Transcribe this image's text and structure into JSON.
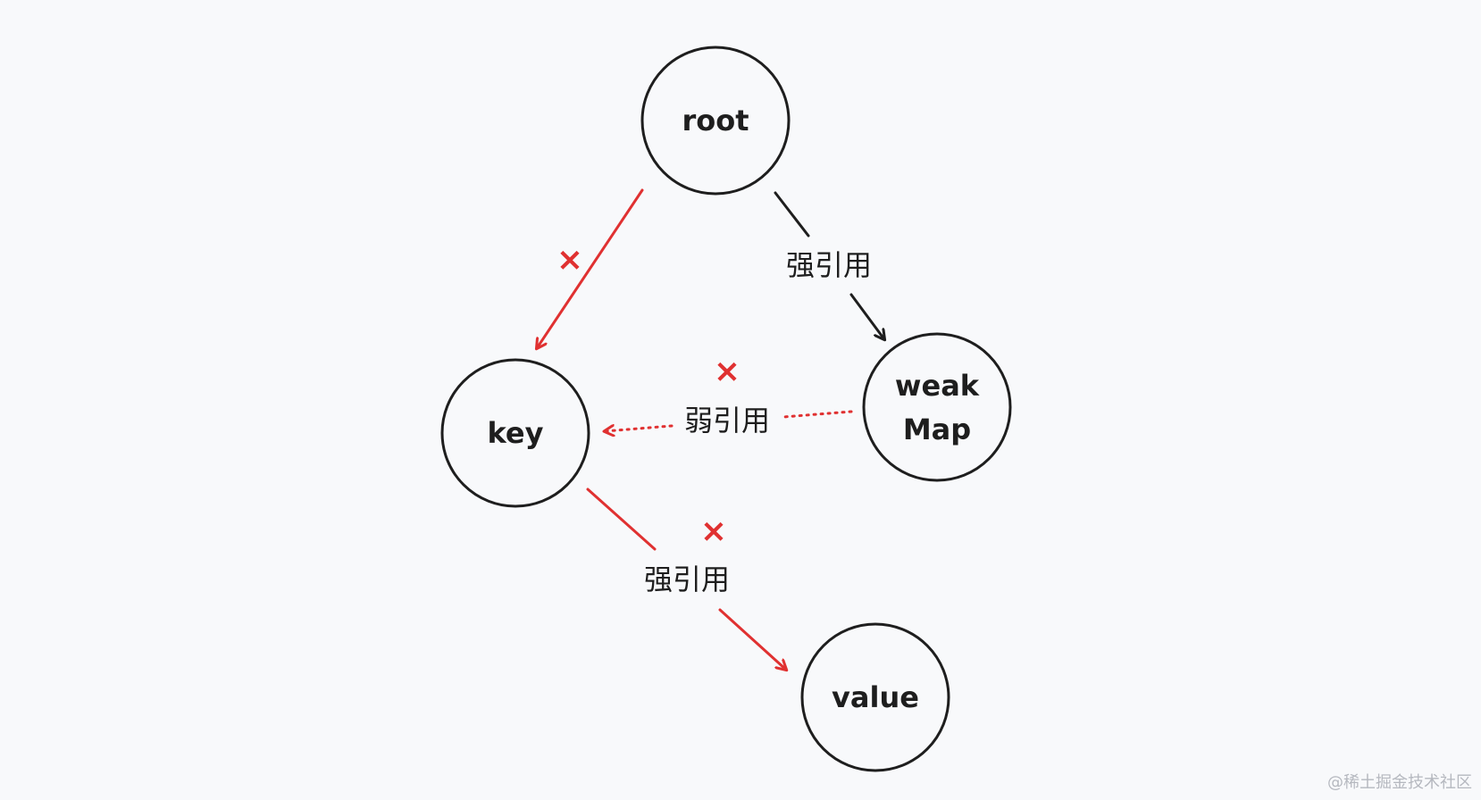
{
  "colors": {
    "background": "#f8f9fb",
    "stroke": "#1e1e1e",
    "broken": "#e03131"
  },
  "nodes": {
    "root": {
      "label": "root"
    },
    "key": {
      "label": "key"
    },
    "weakmap": {
      "line1": "weak",
      "line2": "Map"
    },
    "value": {
      "label": "value"
    }
  },
  "edges": {
    "root_to_key": {
      "cross": "×",
      "status": "broken"
    },
    "root_to_weakmap": {
      "label": "强引用",
      "status": "active"
    },
    "weakmap_to_key": {
      "label": "弱引用",
      "cross": "×",
      "status": "broken"
    },
    "key_to_value": {
      "label": "强引用",
      "cross": "×",
      "status": "broken"
    }
  },
  "watermark": "@稀土掘金技术社区"
}
